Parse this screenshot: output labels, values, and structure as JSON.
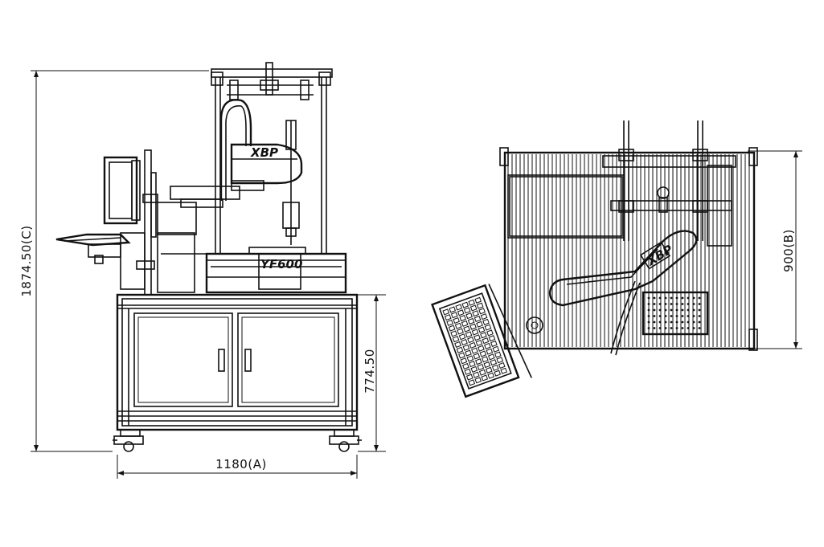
{
  "dimensions": {
    "total_height": "1874.50(C)",
    "cabinet_height": "774.50",
    "width": "1180(A)",
    "depth": "900(B)"
  },
  "labels": {
    "machine_model": "YF600",
    "gripper_mark": "XBP",
    "arm_mark": "XBP"
  },
  "colors": {
    "line": "#111111",
    "background": "#ffffff"
  }
}
